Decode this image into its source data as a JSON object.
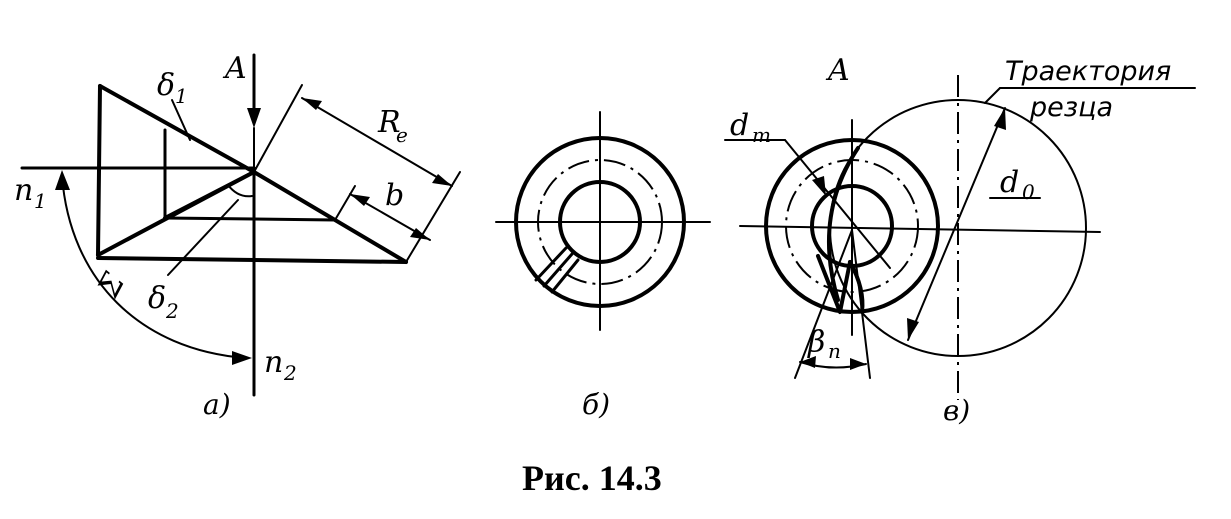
{
  "diagram_a": {
    "label_A": "A",
    "label_delta1_main": "δ",
    "label_delta1_sub": "1",
    "label_delta2_main": "δ",
    "label_delta2_sub": "2",
    "label_Re_main": "R",
    "label_Re_sub": "e",
    "label_b": "b",
    "label_n1_main": "n",
    "label_n1_sub": "1",
    "label_n2_main": "n",
    "label_n2_sub": "2",
    "label_sigma": "Σ",
    "caption": "а)"
  },
  "diagram_b": {
    "caption": "б)"
  },
  "diagram_v": {
    "label_A": "A",
    "label_trajectory_line1": "Траектория",
    "label_trajectory_line2": "резца",
    "label_dm_main": "d",
    "label_dm_sub": "m",
    "label_d0_main": "d",
    "label_d0_sub": "0",
    "label_beta_main": "β",
    "label_beta_sub": "п",
    "caption": "в)"
  },
  "figure_caption": "Рис. 14.3"
}
